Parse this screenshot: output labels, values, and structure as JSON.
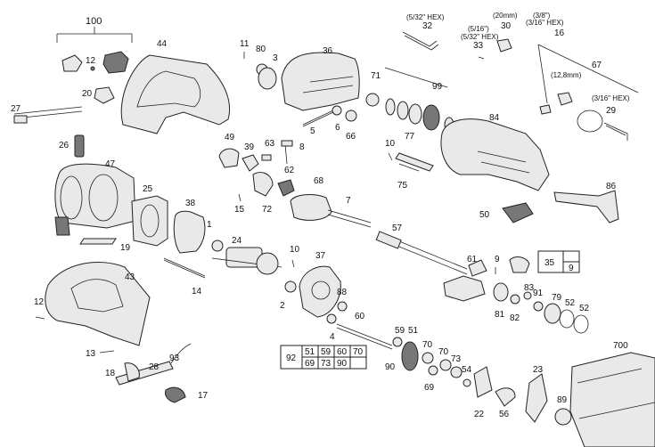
{
  "labels": {
    "p100": "100",
    "p44": "44",
    "p12a": "12",
    "p20": "20",
    "p27": "27",
    "p26": "26",
    "p47": "47",
    "p25": "25",
    "p38": "38",
    "p1": "1",
    "p24": "24",
    "p19": "19",
    "p14": "14",
    "p43": "43",
    "p12b": "12",
    "p13": "13",
    "p18": "18",
    "p28": "28",
    "p93": "93",
    "p17": "17",
    "p11": "11",
    "p80": "80",
    "p3": "3",
    "p36": "36",
    "p5": "5",
    "p71": "71",
    "p6": "6",
    "p66": "66",
    "p99": "99",
    "p49": "49",
    "p39": "39",
    "p63": "63",
    "p8": "8",
    "p62": "62",
    "p15": "15",
    "p72": "72",
    "p68": "68",
    "p7": "7",
    "p10a": "10",
    "p37": "37",
    "p2": "2",
    "p88": "88",
    "p4": "4",
    "p60": "60",
    "p32": "32",
    "p33": "33",
    "p30": "30",
    "p16": "16",
    "p67": "67",
    "p29": "29",
    "p84": "84",
    "p10b": "10",
    "p77": "77",
    "p75": "75",
    "p86": "86",
    "p50": "50",
    "p57": "57",
    "p61": "61",
    "p9": "9",
    "p81": "81",
    "p82": "82",
    "p83": "83",
    "p91": "91",
    "p79": "79",
    "p52a": "52",
    "p52b": "52",
    "p59": "59",
    "p51": "51",
    "p90": "90",
    "p70a": "70",
    "p69": "69",
    "p70b": "70",
    "p73": "73",
    "p54": "54",
    "p22": "22",
    "p56": "56",
    "p23": "23",
    "p89": "89",
    "p700": "700"
  },
  "hex_notes": {
    "n32": "(5/32\" HEX)",
    "n33a": "(5/16\")",
    "n33b": "(5/32\" HEX)",
    "n30": "(20mm)",
    "n16a": "(3/8\")",
    "n16b": "(3/16\" HEX)",
    "n128": "(12,8mm)",
    "n29": "(3/16\" HEX)"
  },
  "kit_table_35": {
    "top": "35",
    "bottom": "9"
  },
  "kit_table_92": {
    "key": "92",
    "row1": [
      "51",
      "59",
      "60",
      "70"
    ],
    "row2": [
      "69",
      "73",
      "90",
      ""
    ]
  }
}
